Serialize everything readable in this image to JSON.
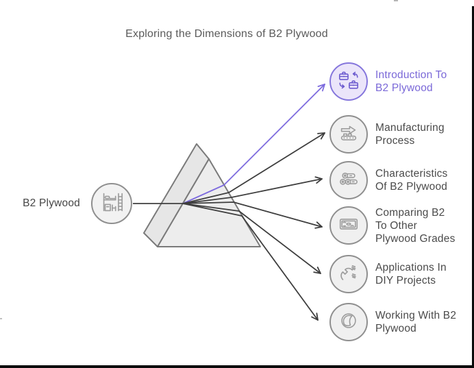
{
  "title": "Exploring the Dimensions of B2 Plywood",
  "root": {
    "label": "B2 Plywood",
    "icon": "bunk-bed-icon"
  },
  "items": [
    {
      "lines": [
        "Introduction To",
        "B2 Plywood"
      ],
      "icon": "briefcase-swap-icon",
      "highlighted": true
    },
    {
      "lines": [
        "Manufacturing",
        "Process"
      ],
      "icon": "conveyor-arrow-icon",
      "highlighted": false
    },
    {
      "lines": [
        "Characteristics",
        "Of B2 Plywood"
      ],
      "icon": "logs-icon",
      "highlighted": false
    },
    {
      "lines": [
        "Comparing B2",
        "To Other",
        "Plywood Grades"
      ],
      "icon": "wood-plank-icon",
      "highlighted": false
    },
    {
      "lines": [
        "Applications In",
        "DIY Projects"
      ],
      "icon": "wrench-screws-icon",
      "highlighted": false
    },
    {
      "lines": [
        "Working With B2",
        "Plywood"
      ],
      "icon": "wood-disc-icon",
      "highlighted": false
    }
  ],
  "colors": {
    "accent_purple": "#7d6bde",
    "accent_fill": "#ebe5fa",
    "accent_border": "#8576dc",
    "node_gray_fill": "#f0f0f0",
    "node_gray_border": "#8f8f8f",
    "ray_dark": "#3e3e3e",
    "text_dark": "#4a4a4a",
    "prism_fill": "#ededed"
  }
}
